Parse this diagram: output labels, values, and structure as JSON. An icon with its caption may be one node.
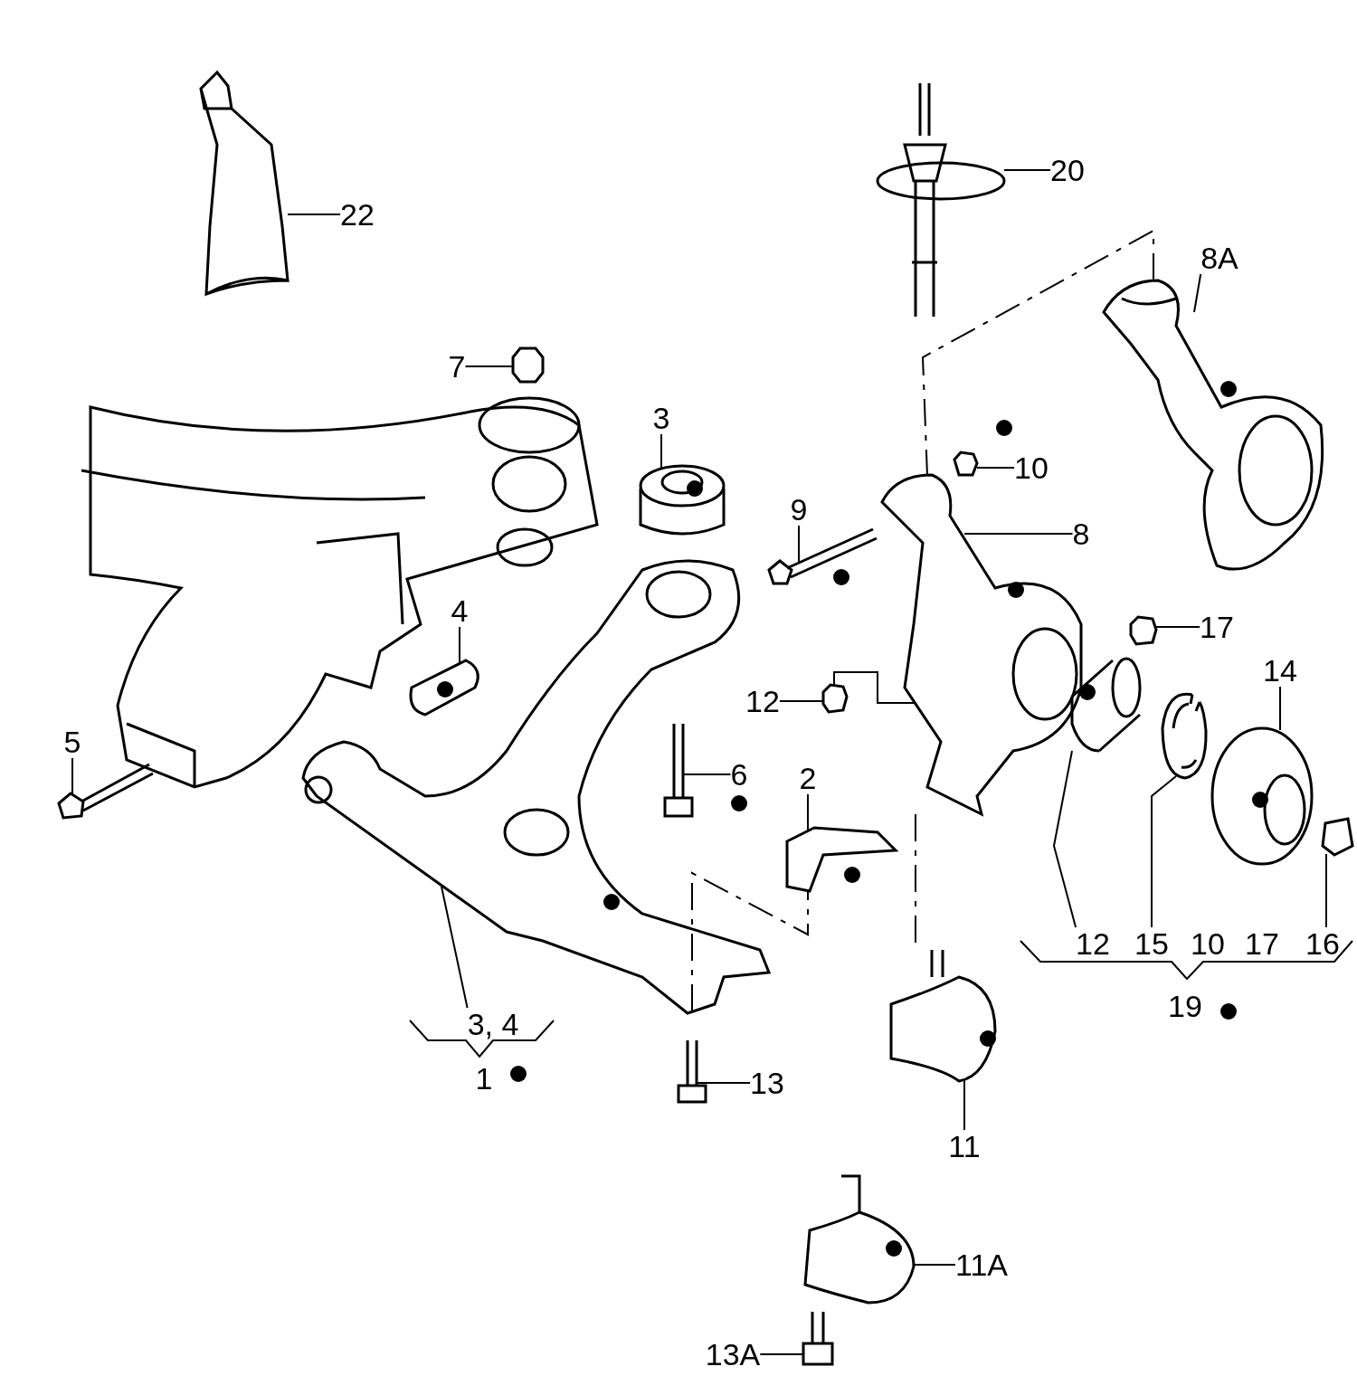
{
  "diagram": {
    "nodes": [
      {
        "text": [
          "22"
        ]
      },
      {
        "text": [
          "20"
        ]
      },
      {
        "text": [
          "8A"
        ]
      },
      {
        "text": [
          "7"
        ]
      },
      {
        "text": [
          "3"
        ]
      },
      {
        "text": [
          "10"
        ]
      },
      {
        "text": [
          "9"
        ]
      },
      {
        "text": [
          "8"
        ]
      },
      {
        "text": [
          "4"
        ]
      },
      {
        "text": [
          "17"
        ]
      },
      {
        "text": [
          "14"
        ]
      },
      {
        "text": [
          "12"
        ]
      },
      {
        "text": [
          "5"
        ]
      },
      {
        "text": [
          "6"
        ]
      },
      {
        "text": [
          "2"
        ]
      },
      {
        "text": [
          "12"
        ]
      },
      {
        "text": [
          "15"
        ]
      },
      {
        "text": [
          "16"
        ]
      },
      {
        "text": [
          "3, 4"
        ]
      },
      {
        "text": [
          "13"
        ]
      },
      {
        "text": [
          "11"
        ]
      },
      {
        "text": [
          "11A"
        ]
      },
      {
        "text": [
          "13A"
        ]
      },
      {
        "text": [],
        "shape": "picture"
      },
      {
        "text": [],
        "shape": "picture"
      },
      {
        "text": [],
        "shape": "picture"
      },
      {
        "text": [],
        "shape": "picture"
      },
      {
        "text": [],
        "shape": "picture"
      },
      {
        "text": [],
        "shape": "picture"
      },
      {
        "text": [],
        "shape": "picture"
      },
      {
        "text": [],
        "shape": "picture"
      },
      {
        "text": [],
        "shape": "picture"
      },
      {
        "text": [],
        "shape": "picture"
      },
      {
        "text": [],
        "shape": "picture"
      },
      {
        "text": [],
        "shape": "picture"
      },
      {
        "text": [],
        "shape": "picture"
      },
      {
        "text": [],
        "shape": "picture"
      },
      {
        "text": [],
        "shape": "picture"
      },
      {
        "text": [],
        "shape": "picture"
      },
      {
        "text": [],
        "shape": "picture"
      },
      {
        "text": [],
        "shape": "picture"
      },
      {
        "text": [],
        "shape": "picture"
      },
      {
        "text": [],
        "shape": "picture"
      },
      {
        "text": [],
        "shape": "picture"
      },
      {
        "text": [],
        "shape": "picture"
      },
      {
        "text": [],
        "shape": "picture"
      }
    ],
    "edges": [
      {
        "from": 0,
        "to": 23,
        "arrow": "none"
      },
      {
        "from": 1,
        "to": 24,
        "arrow": "none"
      },
      {
        "from": 2,
        "to": 25,
        "arrow": "none"
      },
      {
        "from": 3,
        "to": 26,
        "arrow": "none"
      },
      {
        "from": 4,
        "to": 27,
        "arrow": "none"
      },
      {
        "from": 5,
        "to": 28,
        "arrow": "none"
      },
      {
        "from": 6,
        "to": 29,
        "arrow": "none"
      },
      {
        "from": 7,
        "to": 30,
        "arrow": "none"
      },
      {
        "from": 8,
        "to": 31,
        "arrow": "none"
      },
      {
        "from": 9,
        "to": 32,
        "arrow": "none"
      },
      {
        "from": 10,
        "to": 33,
        "arrow": "none"
      },
      {
        "from": 11,
        "to": 34,
        "arrow": "none"
      },
      {
        "from": 12,
        "to": 35,
        "arrow": "none"
      },
      {
        "from": 13,
        "to": 36,
        "arrow": "none"
      },
      {
        "from": 14,
        "to": 37,
        "arrow": "none"
      },
      {
        "from": 15,
        "to": 38,
        "arrow": "none"
      },
      {
        "from": 16,
        "to": 39,
        "arrow": "none"
      },
      {
        "from": 17,
        "to": 40,
        "arrow": "none"
      },
      {
        "from": 18,
        "to": 41,
        "arrow": "none"
      },
      {
        "from": 19,
        "to": 42,
        "arrow": "none"
      },
      {
        "from": 20,
        "to": 43,
        "arrow": "none"
      },
      {
        "from": 21,
        "to": 44,
        "arrow": "none"
      },
      {
        "from": 22,
        "to": 45,
        "arrow": "none"
      },
      {
        "from": 34,
        "to": 30,
        "arrow": "none"
      },
      {
        "from": 25,
        "to": 30,
        "arrow": "none",
        "style": "dashed"
      },
      {
        "from": 30,
        "to": 43,
        "arrow": "none",
        "style": "dashed"
      },
      {
        "from": 41,
        "to": 37,
        "arrow": "none",
        "style": "dashed"
      }
    ],
    "labels": [
      "10",
      "17",
      "19",
      "1"
    ]
  }
}
